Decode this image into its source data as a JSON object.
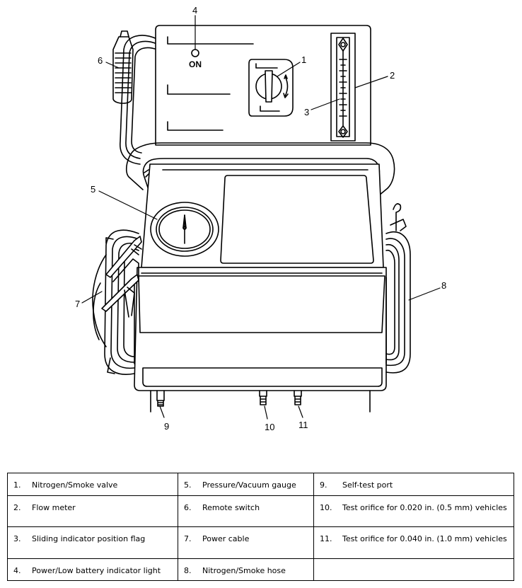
{
  "callouts": {
    "n1": "1",
    "n2": "2",
    "n3": "3",
    "n4": "4",
    "n5": "5",
    "n6": "6",
    "n7": "7",
    "n8": "8",
    "n9": "9",
    "n10": "10",
    "n11": "11"
  },
  "panel": {
    "on_label": "ON"
  },
  "legend": [
    [
      {
        "num": "1.",
        "text": "Nitrogen/Smoke valve"
      },
      {
        "num": "5.",
        "text": "Pressure/Vacuum gauge"
      },
      {
        "num": "9.",
        "text": "Self-test port"
      }
    ],
    [
      {
        "num": "2.",
        "text": "Flow meter"
      },
      {
        "num": "6.",
        "text": "Remote switch"
      },
      {
        "num": "10.",
        "text": "Test orifice for 0.020 in. (0.5 mm) vehicles"
      }
    ],
    [
      {
        "num": "3.",
        "text": "Sliding indicator position flag"
      },
      {
        "num": "7.",
        "text": "Power cable"
      },
      {
        "num": "11.",
        "text": "Test orifice for 0.040 in. (1.0 mm) vehicles"
      }
    ],
    [
      {
        "num": "4.",
        "text": "Power/Low battery indicator light"
      },
      {
        "num": "8.",
        "text": "Nitrogen/Smoke hose"
      },
      {
        "num": "",
        "text": ""
      }
    ]
  ]
}
